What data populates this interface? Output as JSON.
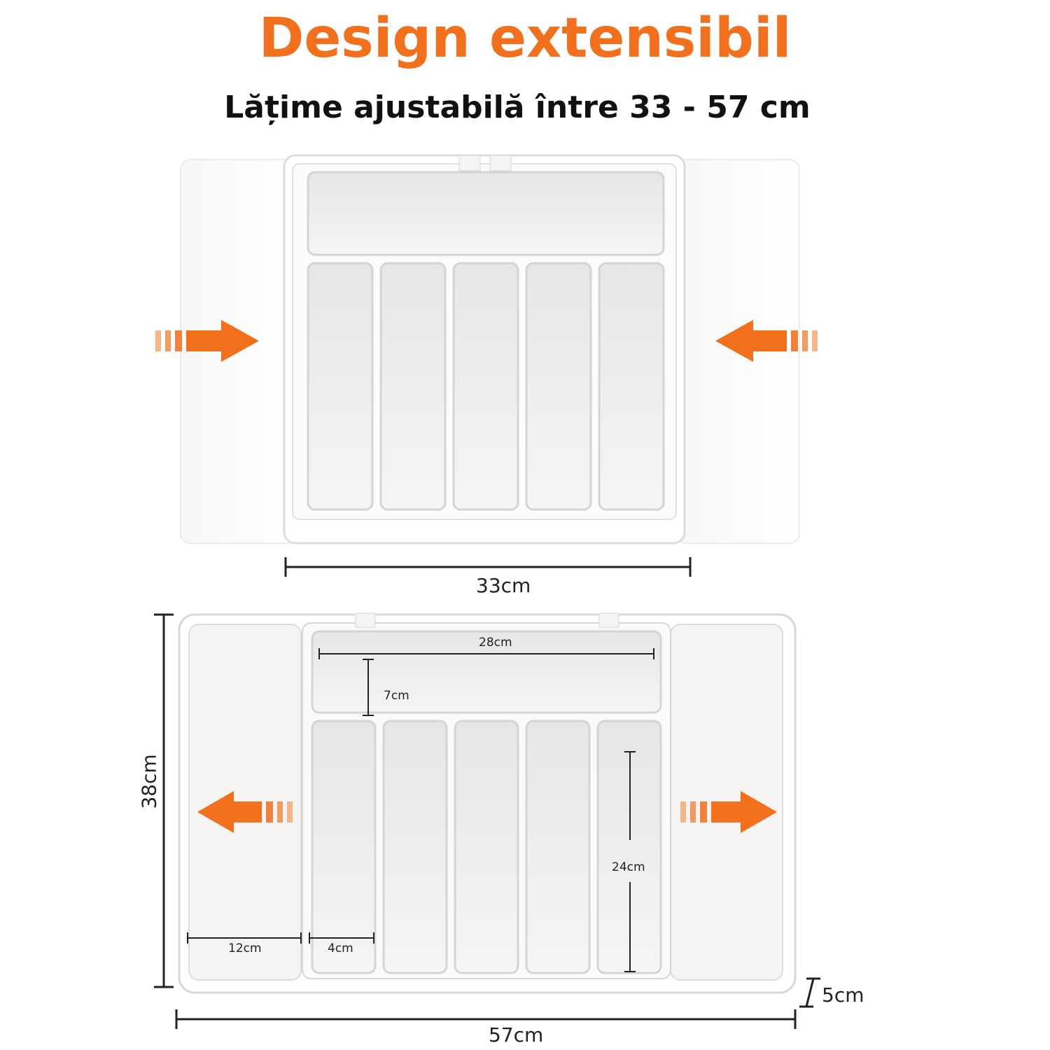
{
  "header": {
    "title": "Design extensibil",
    "subtitle": "Lățime ajustabilă între 33 - 57 cm"
  },
  "colors": {
    "accent": "#f26f1c",
    "tray": "#ffffff",
    "tray_inner": "#f0eeec",
    "dimension_line": "#222222"
  },
  "icons": {
    "arrow": "orange-arrow-icon"
  },
  "collapsed_view": {
    "width_label": "33cm",
    "arrows": [
      "push-in-right",
      "push-in-left"
    ]
  },
  "extended_view": {
    "total_width_label": "57cm",
    "depth_label": "38cm",
    "height_label": "5cm",
    "top_compartment_width": "28cm",
    "top_compartment_depth": "7cm",
    "utensil_slot_length": "24cm",
    "side_compartment_width": "12cm",
    "utensil_slot_width": "4cm",
    "arrows": [
      "pull-out-left",
      "pull-out-right"
    ]
  }
}
